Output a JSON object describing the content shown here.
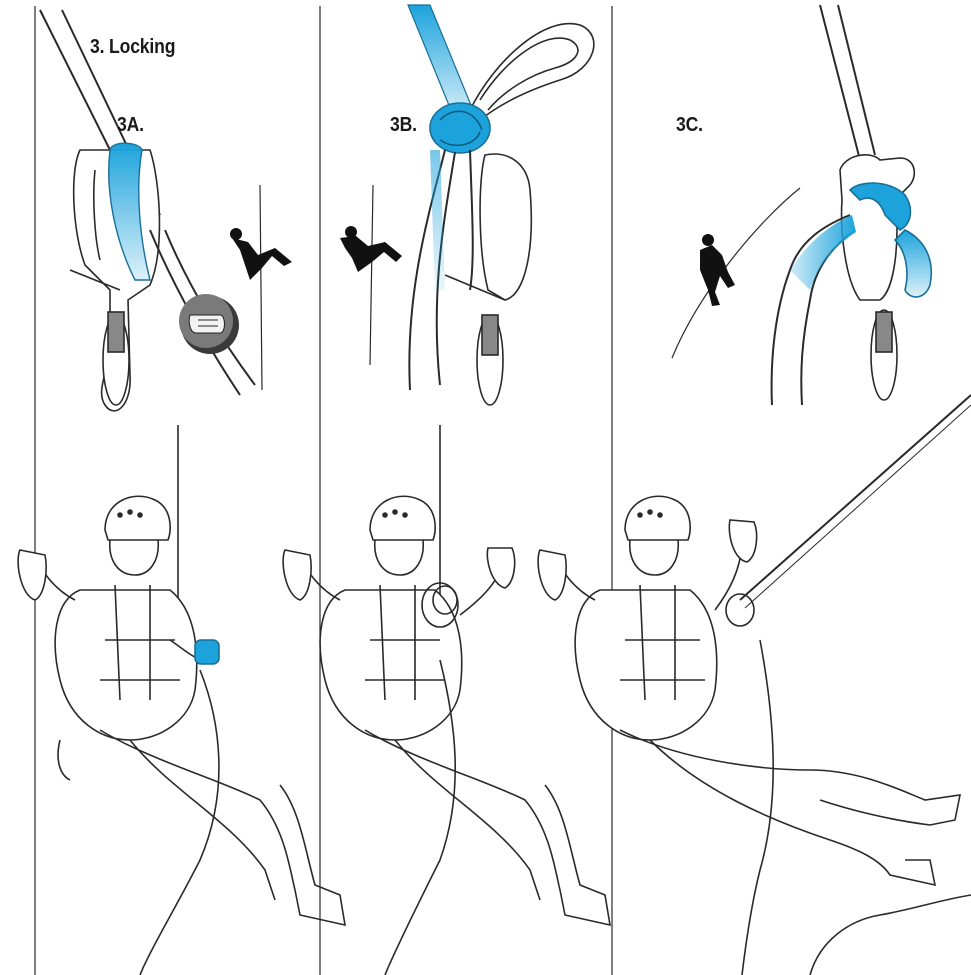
{
  "title": "3. Locking",
  "steps": [
    {
      "id": "3a",
      "label": "3A."
    },
    {
      "id": "3b",
      "label": "3B."
    },
    {
      "id": "3c",
      "label": "3C."
    }
  ],
  "colors": {
    "rope_accent": "#1ca3dc",
    "line": "#2a2a2a",
    "background": "#ffffff",
    "thumb_badge": "#6e6e6e"
  },
  "icons": [
    "descender-device-icon",
    "thumb-press-icon",
    "climber-silhouette-icon",
    "carabiner-icon"
  ]
}
